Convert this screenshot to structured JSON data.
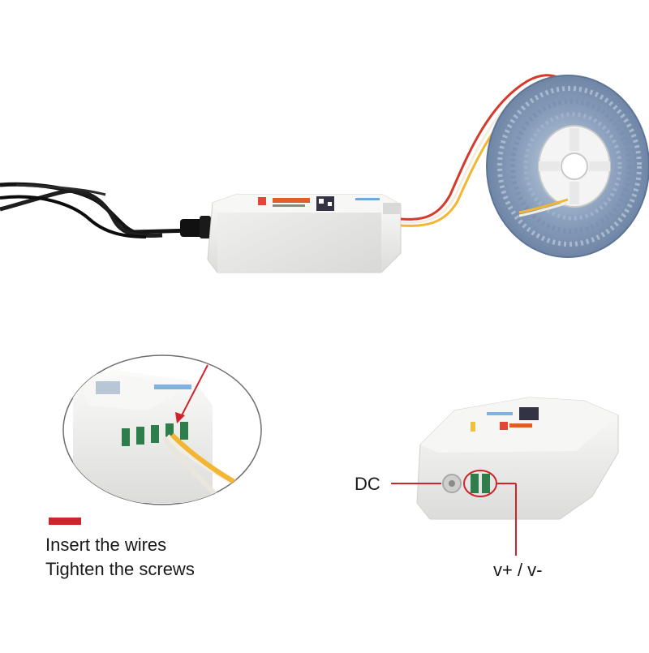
{
  "colors": {
    "accent_red": "#d0232a",
    "wire_red": "#d63a2a",
    "wire_white": "#f2eee4",
    "wire_yellow": "#f2b632",
    "cable_black": "#141414",
    "housing_white": "#f0f0ee",
    "strip_blue": "#8fa6c2",
    "terminal_green": "#2e7d4a"
  },
  "icons": {
    "controller_box": "controller-box-icon",
    "led_reel": "led-reel-icon",
    "dc_cable": "dc-cable-icon"
  },
  "callouts": {
    "dc": "DC",
    "vplus_vminus": "v+ / v-"
  },
  "instructions": {
    "line1": "Insert the wires",
    "line2": "Tighten the screws"
  }
}
